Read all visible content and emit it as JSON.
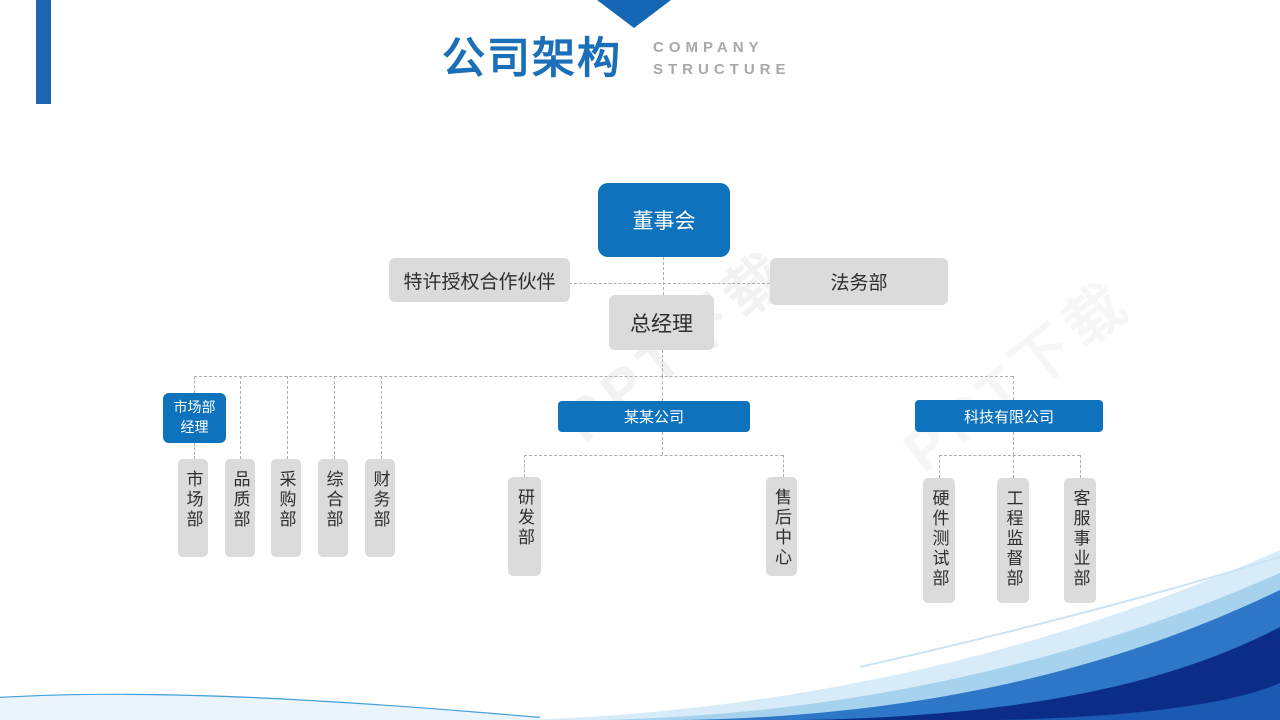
{
  "header": {
    "title_cn": "公司架构",
    "title_en_line1": "COMPANY",
    "title_en_line2": "STRUCTURE"
  },
  "watermark": {
    "text": "PPT下载"
  },
  "org": {
    "level1": {
      "label": "董事会"
    },
    "level2": {
      "left_label": "特许授权合作伙伴",
      "center_label": "总经理",
      "right_label": "法务部"
    },
    "branches": [
      {
        "head_line1": "市场部",
        "head_line2": "经理",
        "children": [
          "市场部",
          "品质部",
          "采购部",
          "综合部",
          "财务部"
        ]
      },
      {
        "head": "某某公司",
        "children": [
          "研发部",
          "售后中心"
        ]
      },
      {
        "head": "科技有限公司",
        "children": [
          "硬件测试部",
          "工程监督部",
          "客服事业部"
        ]
      }
    ]
  },
  "colors": {
    "primary_blue": "#0E72BC",
    "title_blue": "#1B6EB8",
    "subtitle_gray": "#A8A8A8",
    "box_gray": "#DBDBDB",
    "connector_gray": "#AEAEAE",
    "accent_bar_blue": "#1D64B2",
    "wave_light": "#D7EBF8",
    "wave_medium": "#2D76C8",
    "wave_navy": "#0C2D87"
  }
}
